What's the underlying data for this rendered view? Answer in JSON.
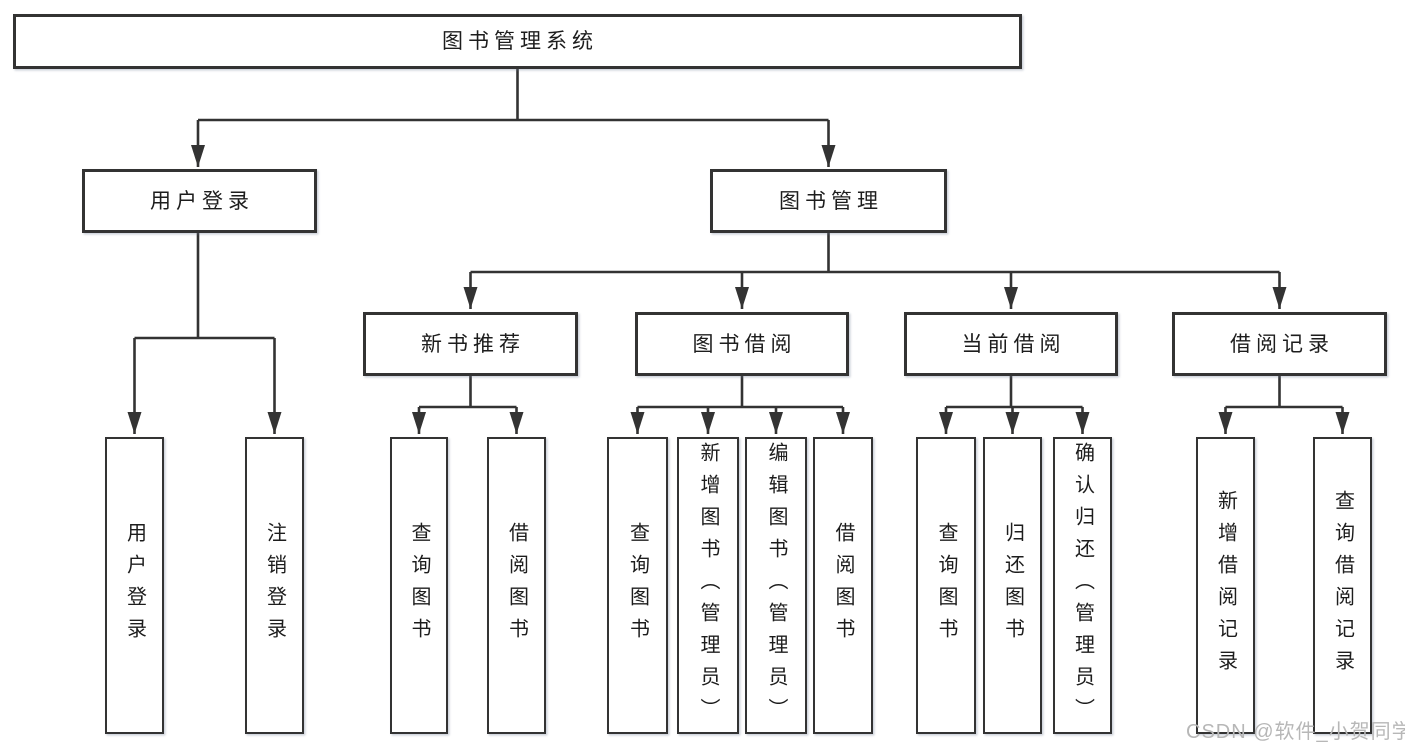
{
  "diagram": {
    "title": "图书管理系统",
    "branches": [
      {
        "label": "用户登录",
        "children": [
          {
            "label": "用户登录"
          },
          {
            "label": "注销登录"
          }
        ]
      },
      {
        "label": "图书管理",
        "children": [
          {
            "label": "新书推荐",
            "children": [
              {
                "label": "查询图书"
              },
              {
                "label": "借阅图书"
              }
            ]
          },
          {
            "label": "图书借阅",
            "children": [
              {
                "label": "查询图书"
              },
              {
                "label": "新增图书（管理员）"
              },
              {
                "label": "编辑图书（管理员）"
              },
              {
                "label": "借阅图书"
              }
            ]
          },
          {
            "label": "当前借阅",
            "children": [
              {
                "label": "查询图书"
              },
              {
                "label": "归还图书"
              },
              {
                "label": "确认归还（管理员）"
              }
            ]
          },
          {
            "label": "借阅记录",
            "children": [
              {
                "label": "新增借阅记录"
              },
              {
                "label": "查询借阅记录"
              }
            ]
          }
        ]
      }
    ]
  },
  "watermark": {
    "text": "CSDN @软件_小贺同学"
  },
  "colors": {
    "line": "#333333",
    "box_border": "#333333",
    "box_fill": "#ffffff",
    "text": "#1d1d1d",
    "watermark": "#b7b7b7"
  }
}
